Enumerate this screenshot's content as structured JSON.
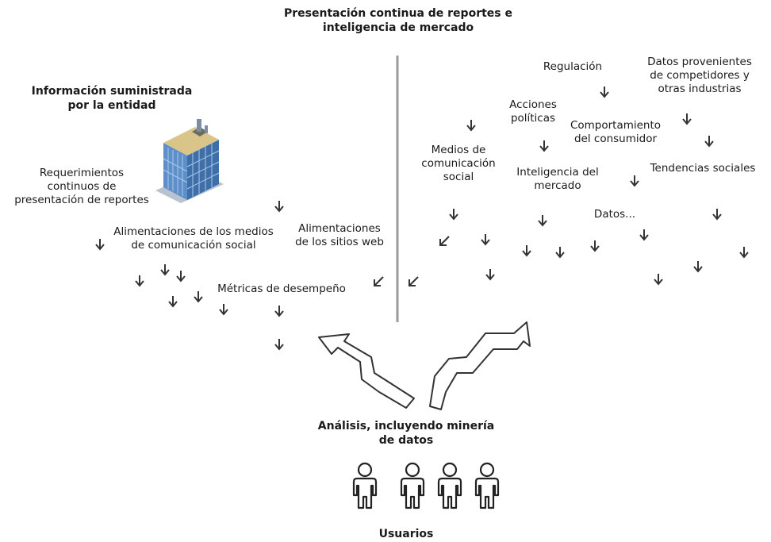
{
  "header": {
    "title_line1": "Presentación continua de reportes e",
    "title_line2": "inteligencia de mercado"
  },
  "left": {
    "title_line1": "Información suministrada",
    "title_line2": "por la entidad",
    "building_icon": "office-building-icon",
    "labels": {
      "req_1": "Requerimientos",
      "req_2": "continuos de",
      "req_3": "presentación de reportes",
      "media_1": "Alimentaciones de los medios",
      "media_2": "de comunicación social",
      "web_1": "Alimentaciones",
      "web_2": "de los sitios web",
      "metrics": "Métricas de desempeño"
    }
  },
  "right": {
    "labels": {
      "regulacion": "Regulación",
      "comp_1": "Datos provenientes",
      "comp_2": "de competidores y",
      "comp_3": "otras industrias",
      "acc_1": "Acciones",
      "acc_2": "políticas",
      "cons_1": "Comportamiento",
      "cons_2": "del consumidor",
      "med_1": "Medios de",
      "med_2": "comunicación",
      "med_3": "social",
      "int_1": "Inteligencia del",
      "int_2": "mercado",
      "tend": "Tendencias sociales",
      "datos": "Datos..."
    }
  },
  "analysis": {
    "line1": "Análisis, incluyendo minería",
    "line2": "de datos"
  },
  "users": {
    "label": "Usuarios",
    "icon": "user-icon",
    "count": 4
  },
  "colors": {
    "text": "#1a1a1a",
    "divider": "#9a9a9a",
    "arrow": "#333333",
    "building_glass": "#6f9fd6",
    "building_dark": "#3e6fa8"
  }
}
